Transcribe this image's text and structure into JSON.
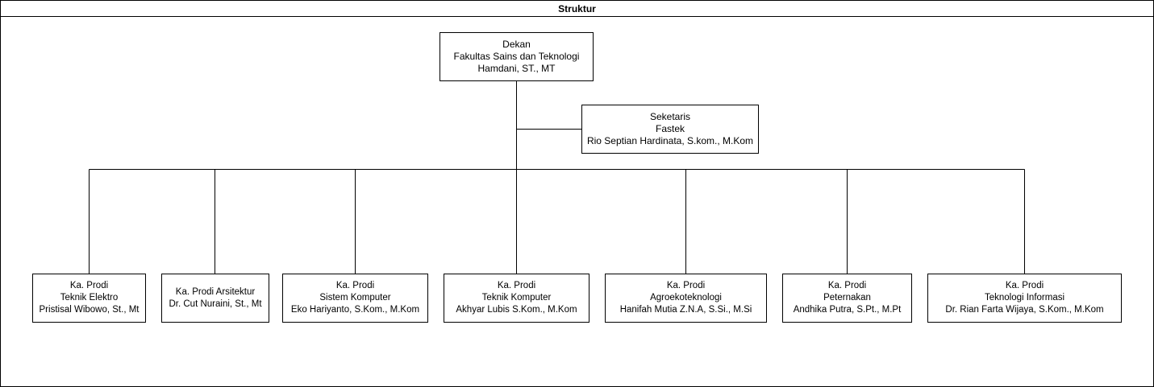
{
  "diagram": {
    "title": "Struktur",
    "dean": {
      "lines": [
        "Dekan",
        "Fakultas Sains dan Teknologi",
        "Hamdani, ST., MT"
      ]
    },
    "secretary": {
      "lines": [
        "Seketaris",
        "Fastek",
        "Rio Septian Hardinata, S.kom., M.Kom"
      ]
    },
    "prodi": [
      {
        "lines": [
          "Ka. Prodi",
          "Teknik Elektro",
          "Pristisal Wibowo, St., Mt"
        ]
      },
      {
        "lines": [
          "Ka. Prodi Arsitektur",
          "Dr. Cut Nuraini, St., Mt"
        ]
      },
      {
        "lines": [
          "Ka. Prodi",
          "Sistem Komputer",
          "Eko Hariyanto, S.Kom., M.Kom"
        ]
      },
      {
        "lines": [
          "Ka. Prodi",
          "Teknik Komputer",
          "Akhyar Lubis S.Kom., M.Kom"
        ]
      },
      {
        "lines": [
          "Ka. Prodi",
          "Agroekoteknologi",
          "Hanifah Mutia Z.N.A, S.Si., M.Si"
        ]
      },
      {
        "lines": [
          "Ka. Prodi",
          "Peternakan",
          "Andhika Putra, S.Pt., M.Pt"
        ]
      },
      {
        "lines": [
          "Ka. Prodi",
          "Teknologi Informasi",
          "Dr. Rian Farta Wijaya, S.Kom., M.Kom"
        ]
      }
    ]
  }
}
